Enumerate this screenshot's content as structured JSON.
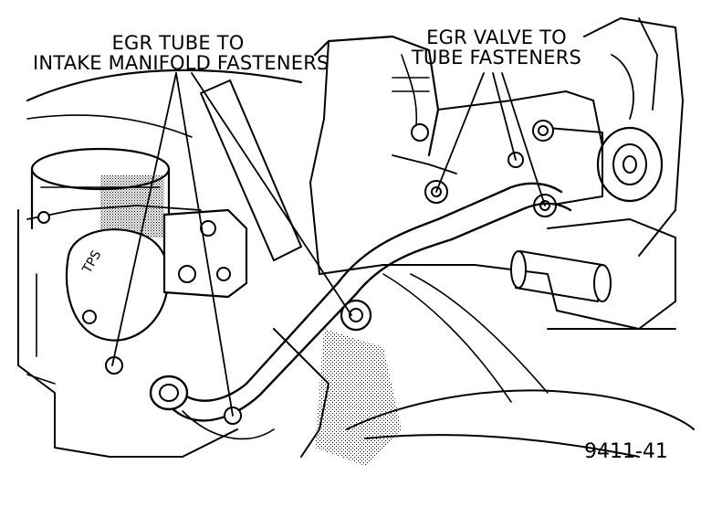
{
  "labels": {
    "egr_tube_line1": "EGR TUBE TO",
    "egr_tube_line2": "INTAKE MANIFOLD FASTENERS",
    "egr_valve_line1": "EGR VALVE TO",
    "egr_valve_line2": "TUBE FASTENERS"
  },
  "figure_number": "9411-41",
  "colors": {
    "ink": "#000000",
    "paper": "#ffffff"
  }
}
